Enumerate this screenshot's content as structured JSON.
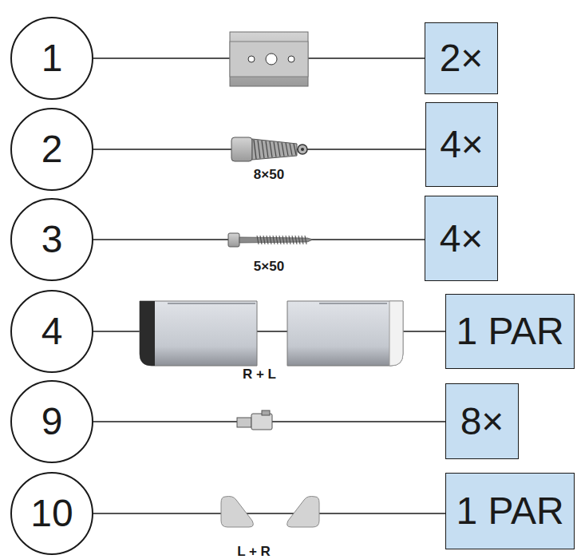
{
  "diagram": {
    "nodes": [
      {
        "text": [
          "1"
        ]
      },
      {
        "text": [
          "2×"
        ]
      },
      {
        "text": [
          "2"
        ]
      },
      {
        "text": [
          "4×"
        ]
      },
      {
        "text": [
          "3"
        ]
      },
      {
        "text": [
          "4×"
        ]
      },
      {
        "text": [
          "4"
        ]
      },
      {
        "text": [
          "1 PAR"
        ]
      },
      {
        "text": [
          "9"
        ]
      },
      {
        "text": [
          "8×"
        ]
      },
      {
        "text": [
          "10"
        ]
      },
      {
        "text": [
          "1 PAR"
        ]
      }
    ],
    "edges": [
      {
        "from": 0,
        "to": 1,
        "arrow": "none"
      },
      {
        "from": 2,
        "to": 3,
        "arrow": "none"
      },
      {
        "from": 4,
        "to": 5,
        "arrow": "none"
      },
      {
        "from": 6,
        "to": 7,
        "arrow": "none"
      },
      {
        "from": 8,
        "to": 9,
        "arrow": "none"
      },
      {
        "from": 10,
        "to": 11,
        "arrow": "none"
      }
    ],
    "labels": [
      "8×50",
      "5×50",
      "R + L",
      "L + R"
    ]
  }
}
